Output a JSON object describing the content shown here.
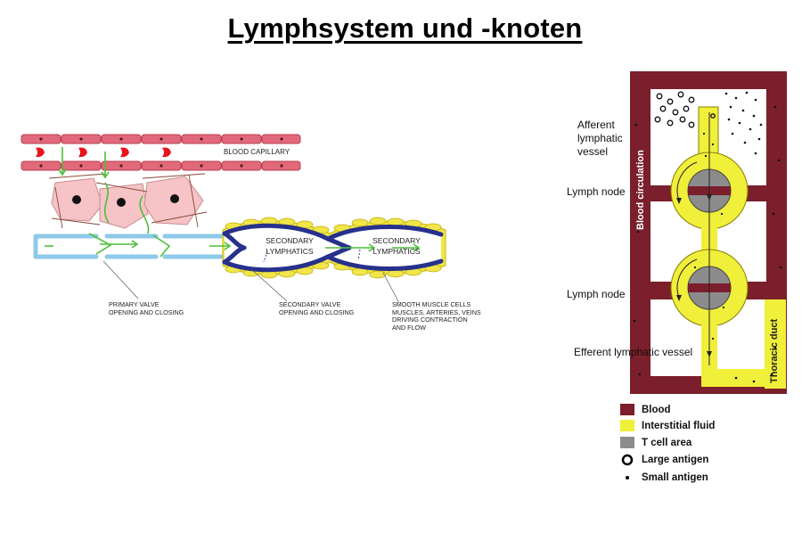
{
  "title": "Lymphsystem und -knoten",
  "left_diagram": {
    "blood_capillary": "BLOOD CAPILLARY",
    "secondary_lymphatics_1": [
      "SECONDARY",
      "LYMPHATICS"
    ],
    "secondary_lymphatics_2": [
      "SECONDARY",
      "LYMPHATICS"
    ],
    "primary_valve": [
      "PRIMARY VALVE",
      "OPENING AND CLOSING"
    ],
    "secondary_valve": [
      "SECONDARY VALVE",
      "OPENING AND CLOSING"
    ],
    "smooth_muscle": [
      "SMOOTH MUSCLE CELLS",
      "MUSCLES, ARTERIES, VEINS",
      "DRIVING CONTRACTION",
      "AND FLOW"
    ]
  },
  "right_diagram": {
    "afferent": [
      "Afferent",
      "lymphatic",
      "vessel"
    ],
    "lymph_node_1": "Lymph node",
    "lymph_node_2": "Lymph node",
    "efferent": "Efferent lymphatic vessel",
    "blood_circulation": "Blood circulation",
    "thoracic_duct": "Thoracic duct"
  },
  "legend": [
    {
      "label": "Blood",
      "color": "#7a1f2b",
      "icon": "swatch"
    },
    {
      "label": "Interstitial fluid",
      "color": "#f0ef3a",
      "icon": "swatch"
    },
    {
      "label": "T cell area",
      "color": "#8c8c8c",
      "icon": "swatch"
    },
    {
      "label": "Large antigen",
      "color": "#000000",
      "icon": "ring"
    },
    {
      "label": "Small antigen",
      "color": "#000000",
      "icon": "dot"
    }
  ],
  "colors": {
    "capillary": "#e2697b",
    "rbc": "#e8141c",
    "lymph_vessel": "#8ec9ea",
    "secondary_wall": "#27318c",
    "muscle": "#f0e64a",
    "arrow": "#4cbf3a",
    "blood": "#7a1f2b",
    "fluid": "#f0ef3a"
  }
}
